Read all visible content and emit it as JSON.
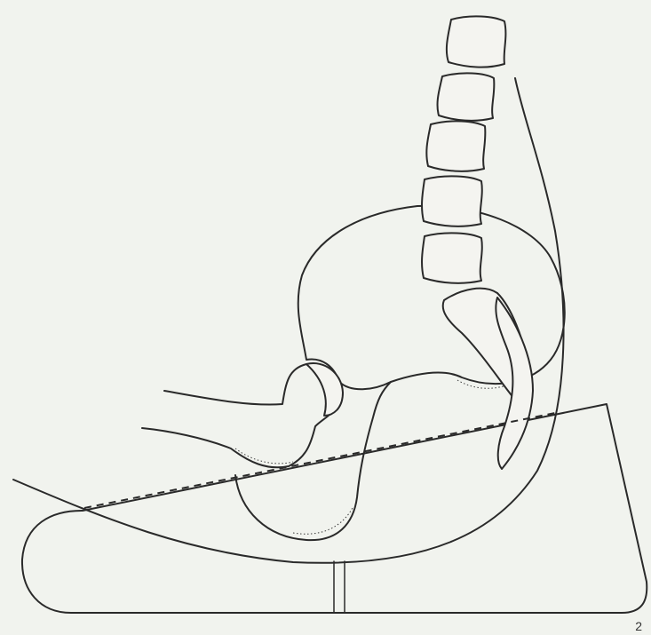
{
  "figure": {
    "page_number": "2",
    "colors": {
      "background": "#f1f3ee",
      "ink": "#2a2a2a"
    },
    "parts": [
      "lumbar-vertebrae",
      "sacrum",
      "coccyx",
      "pelvis-ilium",
      "femur",
      "hip-joint",
      "back-skin-contour",
      "seat-cushion",
      "seat-support-post",
      "sitting-reference-line"
    ]
  }
}
